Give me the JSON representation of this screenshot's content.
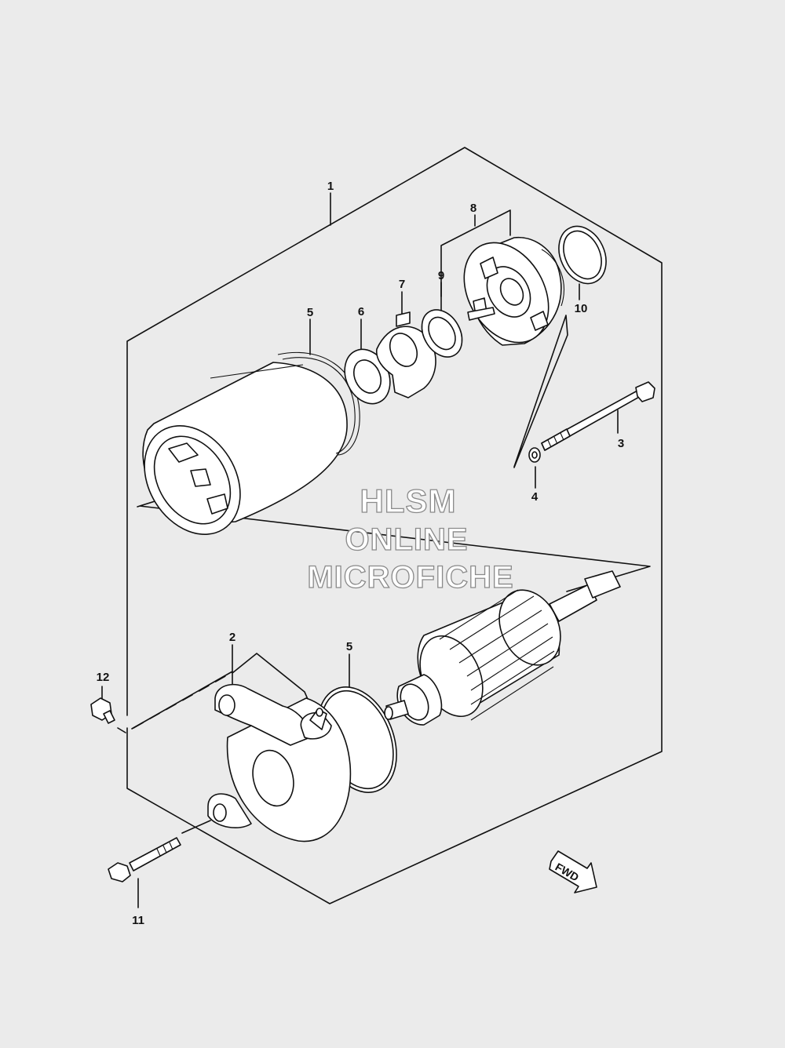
{
  "callouts": [
    {
      "id": "c1",
      "number": "1"
    },
    {
      "id": "c2",
      "number": "2"
    },
    {
      "id": "c3",
      "number": "3"
    },
    {
      "id": "c4",
      "number": "4"
    },
    {
      "id": "c5a",
      "number": "5"
    },
    {
      "id": "c5b",
      "number": "5"
    },
    {
      "id": "c6",
      "number": "6"
    },
    {
      "id": "c7",
      "number": "7"
    },
    {
      "id": "c8",
      "number": "8"
    },
    {
      "id": "c9",
      "number": "9"
    },
    {
      "id": "c10",
      "number": "10"
    },
    {
      "id": "c11",
      "number": "11"
    },
    {
      "id": "c12",
      "number": "12"
    }
  ],
  "watermark": {
    "line1": "HLSM",
    "line2": "ONLINE",
    "line3": "MICROFICHE"
  },
  "direction_marker": {
    "label": "FWD"
  }
}
